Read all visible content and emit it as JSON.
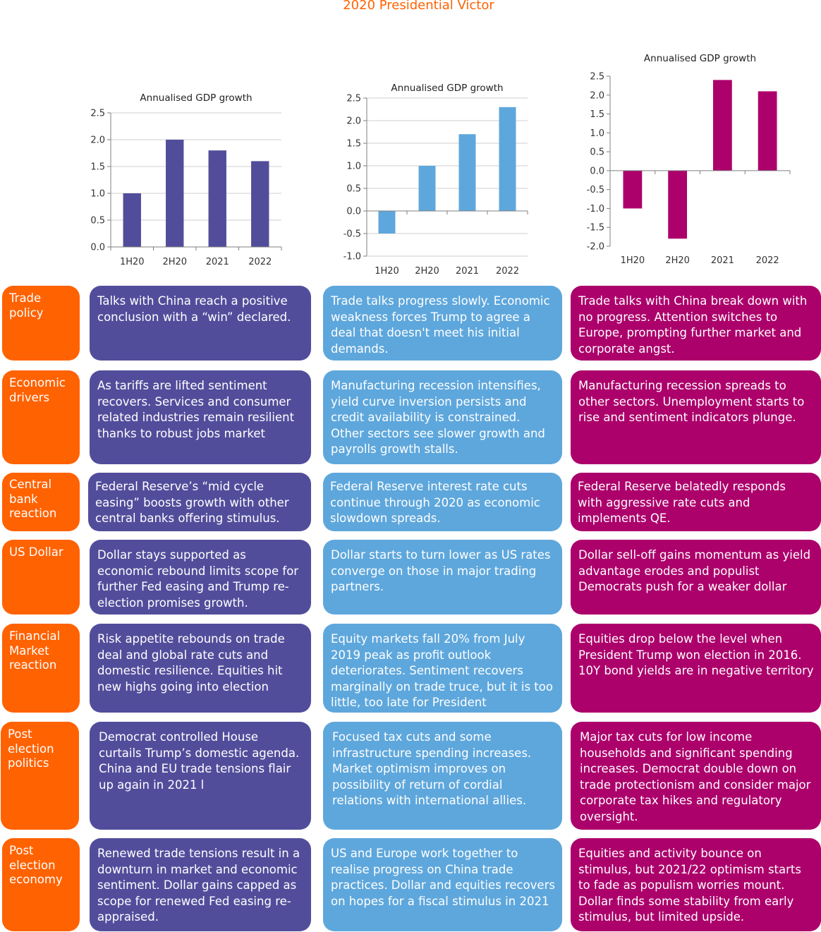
{
  "title": "2020 Presidential Victor",
  "colors": {
    "accent": "#ff6200",
    "scenario_1": "#524d9b",
    "scenario_2": "#5ea7dc",
    "scenario_3": "#ac006b"
  },
  "chart_data": [
    {
      "type": "bar",
      "title": "Annualised GDP growth",
      "categories": [
        "1H20",
        "2H20",
        "2021",
        "2022"
      ],
      "values": [
        1.0,
        2.0,
        1.8,
        1.6
      ],
      "ylim": [
        0,
        2.5
      ],
      "yticks": [
        "0.0",
        "0.5",
        "1.0",
        "1.5",
        "2.0",
        "2.5"
      ],
      "grid": true,
      "color": "#524d9b"
    },
    {
      "type": "bar",
      "title": "Annualised GDP growth",
      "categories": [
        "1H20",
        "2H20",
        "2021",
        "2022"
      ],
      "values": [
        -0.5,
        1.0,
        1.7,
        2.3
      ],
      "ylim": [
        -1.0,
        2.5
      ],
      "yticks": [
        "-1.0",
        "-0.5",
        "0.0",
        "0.5",
        "1.0",
        "1.5",
        "2.0",
        "2.5"
      ],
      "grid": true,
      "color": "#5ea7dc"
    },
    {
      "type": "bar",
      "title": "Annualised GDP growth",
      "categories": [
        "1H20",
        "2H20",
        "2021",
        "2022"
      ],
      "values": [
        -1.0,
        -1.8,
        2.4,
        2.1
      ],
      "ylim": [
        -2.0,
        2.5
      ],
      "yticks": [
        "-2.0",
        "-1.5",
        "-1.0",
        "-0.5",
        "0.0",
        "0.5",
        "1.0",
        "1.5",
        "2.0",
        "2.5"
      ],
      "grid": false,
      "color": "#ac006b"
    }
  ],
  "rows": [
    {
      "label": "Trade policy",
      "cells": [
        "Talks with China reach a positive conclusion with a “win” declared.",
        "Trade talks progress slowly. Economic weakness forces Trump to agree a deal that doesn't meet his initial demands.",
        "Trade talks with China break down with no progress. Attention switches to Europe, prompting further market and corporate angst."
      ]
    },
    {
      "label": "Economic drivers",
      "cells": [
        "As tariffs are lifted sentiment recovers. Services and consumer related industries remain resilient thanks to robust jobs market",
        "Manufacturing recession intensifies, yield curve inversion persists and credit availability is constrained. Other sectors see slower growth and payrolls growth stalls.",
        "Manufacturing recession spreads to other sectors. Unemployment starts to rise and sentiment indicators plunge."
      ]
    },
    {
      "label": "Central bank reaction",
      "cells": [
        "Federal Reserve’s “mid cycle easing” boosts growth with other central banks offering stimulus.",
        "Federal Reserve interest rate cuts continue through 2020 as economic slowdown spreads.",
        "Federal Reserve belatedly responds with aggressive rate cuts and implements QE."
      ]
    },
    {
      "label": "US Dollar",
      "cells": [
        "Dollar stays supported as economic rebound limits scope for further Fed easing and Trump re-election promises growth.",
        "Dollar starts to turn lower as US rates converge on those in major trading partners.",
        "Dollar sell-off gains momentum as yield advantage erodes and populist Democrats push for a  weaker dollar"
      ]
    },
    {
      "label": "Financial Market reaction",
      "cells": [
        "Risk appetite rebounds on trade deal and global rate cuts and domestic resilience. Equities hit new highs going into election",
        "Equity markets fall 20% from July 2019 peak as profit outlook deteriorates. Sentiment recovers marginally on trade truce, but it is too little, too late for President",
        "Equities drop below the level when President Trump won election in 2016. 10Y bond yields are in negative territory"
      ]
    },
    {
      "label": "Post election politics",
      "cells": [
        "Democrat controlled House curtails Trump’s domestic agenda. China and EU trade tensions flair up again in 2021 l",
        "Focused tax cuts and some infrastructure spending increases. Market optimism improves on possibility of return of cordial relations with international allies.",
        "Major tax cuts for low income households and significant spending increases. Democrat double down on trade protectionism and consider major corporate tax hikes and regulatory oversight."
      ]
    },
    {
      "label": "Post election economy",
      "cells": [
        "Renewed trade tensions result in a downturn in market and economic sentiment. Dollar gains capped as scope for renewed Fed easing re-appraised.",
        "US and Europe work together to realise progress on China trade practices. Dollar and equities recovers on hopes for a fiscal stimulus in 2021",
        "Equities and activity bounce on stimulus, but 2021/22 optimism starts to fade as populism worries mount. Dollar finds some stability from early stimulus, but limited upside."
      ]
    }
  ]
}
